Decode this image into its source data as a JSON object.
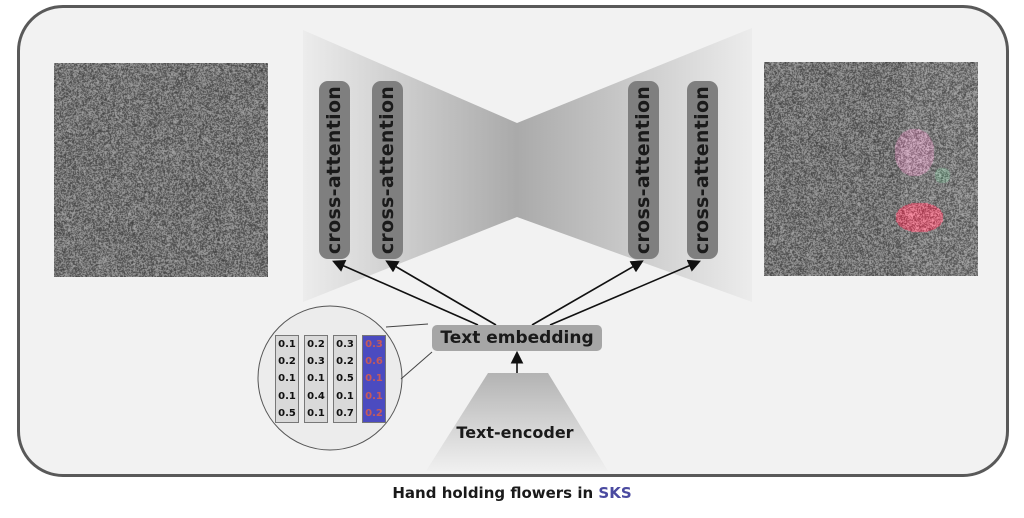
{
  "diagram": {
    "input_image": {
      "label": "noise-image",
      "description": "random gaussian noise"
    },
    "output_image": {
      "label": "noise-image-with-flowers",
      "description": "noisy image with faint pink flowers emerging"
    },
    "unet_blocks": [
      {
        "label": "cross-attention"
      },
      {
        "label": "cross-attention"
      },
      {
        "label": "cross-attention"
      },
      {
        "label": "cross-attention"
      }
    ],
    "text_embedding": {
      "label": "Text embedding"
    },
    "text_encoder": {
      "label": "Text-encoder"
    },
    "embedding_matrix": {
      "columns": [
        {
          "values": [
            "0.1",
            "0.2",
            "0.1",
            "0.1",
            "0.5"
          ],
          "highlighted": false
        },
        {
          "values": [
            "0.2",
            "0.3",
            "0.1",
            "0.4",
            "0.1"
          ],
          "highlighted": false
        },
        {
          "values": [
            "0.3",
            "0.2",
            "0.5",
            "0.1",
            "0.7"
          ],
          "highlighted": false
        },
        {
          "values": [
            "0.3",
            "0.6",
            "0.1",
            "0.1",
            "0.2"
          ],
          "highlighted": true
        }
      ]
    },
    "caption": {
      "prefix": "Hand holding flowers in ",
      "token": "SKS"
    },
    "colors": {
      "frame_border": "#595959",
      "frame_fill": "#f2f2f2",
      "block_fill": "#7f7f7f",
      "embedding_fill": "#a6a6a6",
      "token_color": "#4a4aa0",
      "highlight_column_fill": "#4b4bc0",
      "highlight_column_text": "#c65a5a"
    }
  }
}
